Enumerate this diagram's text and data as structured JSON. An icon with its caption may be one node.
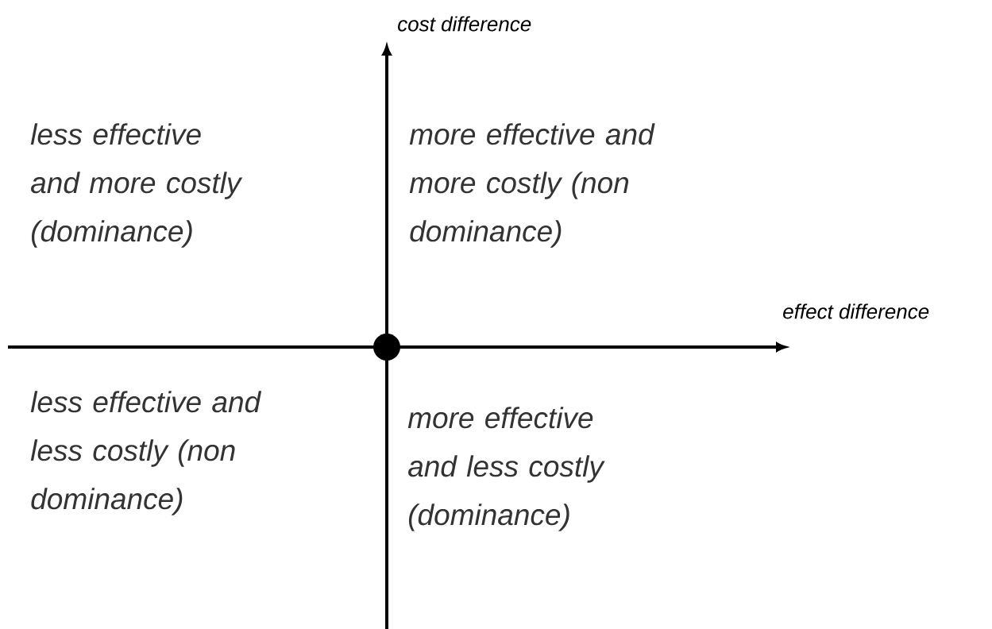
{
  "diagram": {
    "labels": [
      "cost difference",
      "less effective and more costly (dominance)",
      "more effective and more costly (non dominance)",
      "effect difference",
      "less effective and less costly (non dominance)",
      "more effective and less costly (dominance)"
    ]
  }
}
